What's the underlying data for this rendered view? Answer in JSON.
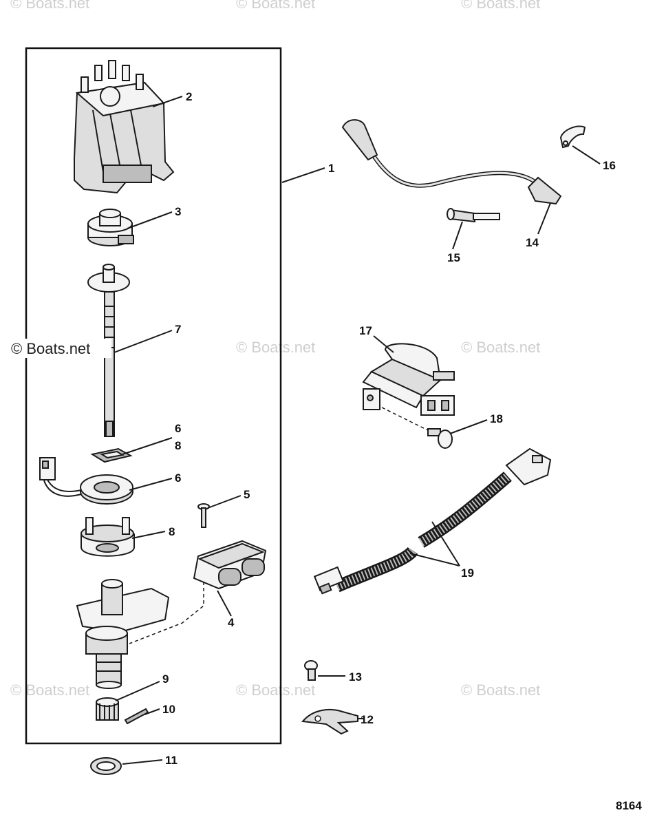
{
  "watermarks": {
    "top_left": "© Boats.net",
    "top_center": "© Boats.net",
    "top_right": "© Boats.net",
    "mid_left": "© Boats.net",
    "mid_center": "© Boats.net",
    "mid_right": "© Boats.net",
    "bot_left": "© Boats.net",
    "bot_center": "© Boats.net",
    "bot_right": "© Boats.net"
  },
  "callouts": {
    "c1": "1",
    "c2": "2",
    "c3": "3",
    "c4": "4",
    "c5": "5",
    "c6a": "6",
    "c6b": "6",
    "c7": "7",
    "c8a": "8",
    "c8b": "8",
    "c9": "9",
    "c10": "10",
    "c11": "11",
    "c12": "12",
    "c13": "13",
    "c14": "14",
    "c15": "15",
    "c16": "16",
    "c17": "17",
    "c18": "18",
    "c19": "19"
  },
  "figure_number": "8164"
}
